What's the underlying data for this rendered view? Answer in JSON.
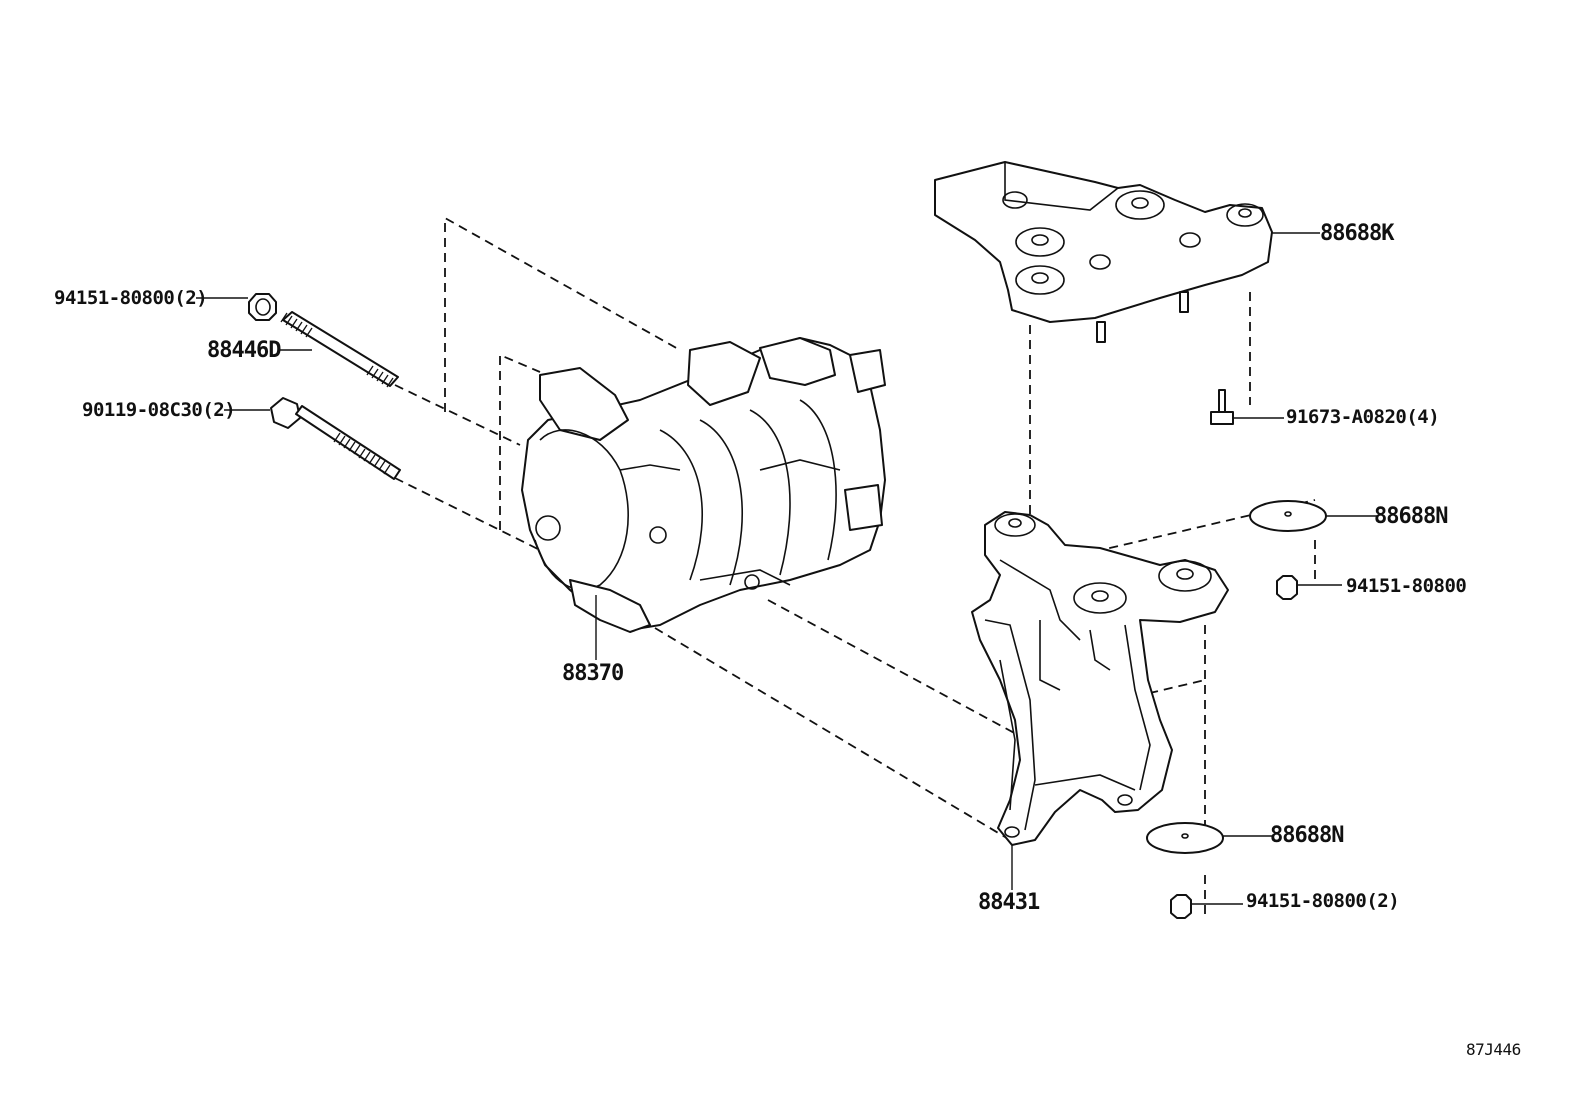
{
  "labels": {
    "nut_top_left": "94151-80800(2)",
    "stud": "88446D",
    "bolt": "90119-08C30(2)",
    "compressor": "88370",
    "plate": "88688K",
    "plate_bolt": "91673-A0820(4)",
    "washer_right": "88688N",
    "nut_right": "94151-80800",
    "washer_bottom": "88688N",
    "nut_bottom": "94151-80800(2)",
    "bracket": "88431",
    "diagram_code": "87J446"
  },
  "icons": [
    "flange-nut-icon",
    "stud-bolt-icon",
    "flange-bolt-icon",
    "washer-icon"
  ]
}
